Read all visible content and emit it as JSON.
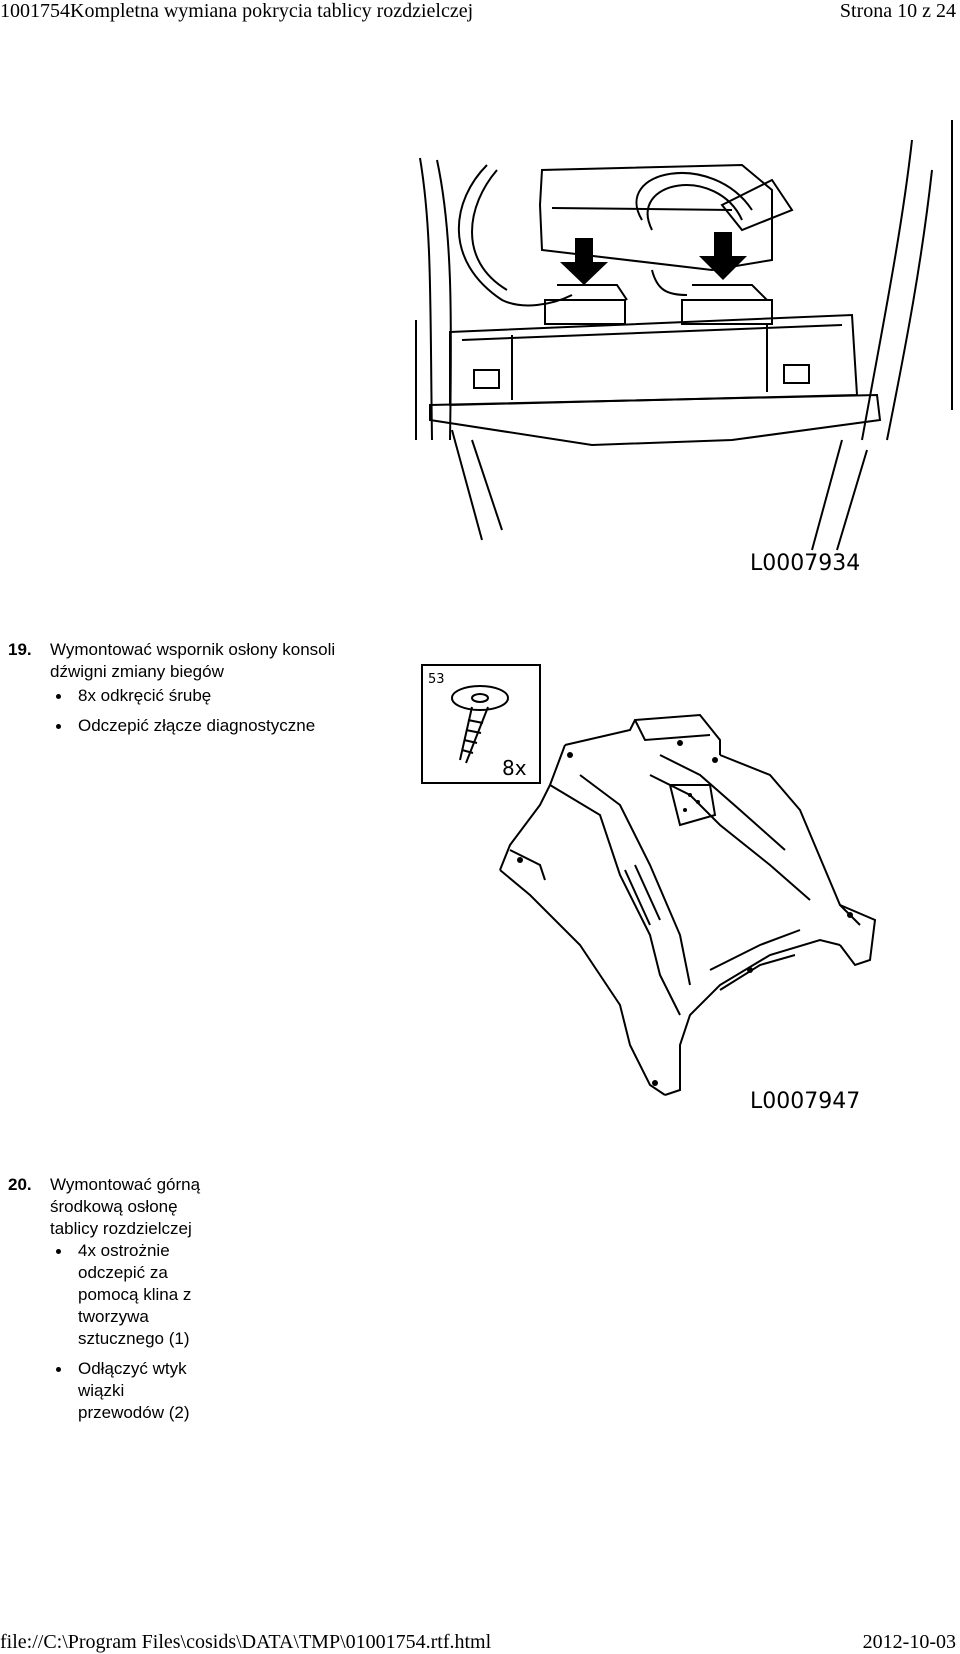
{
  "header": {
    "doc_title": "1001754Kompletna wymiana pokrycia tablicy rozdzielczej",
    "page_label": "Strona 10 z 24"
  },
  "figures": [
    {
      "code": "L0007934",
      "icon": "dashboard-connectors-illustration"
    },
    {
      "code": "L0007947",
      "icon": "console-bracket-illustration",
      "inset_number": "53",
      "inset_count": "8x"
    }
  ],
  "steps": [
    {
      "number": "19.",
      "title_lines": [
        "Wymontować wspornik osłony konsoli",
        "dźwigni zmiany biegów"
      ],
      "bullets": [
        "8x odkręcić śrubę",
        "Odczepić złącze diagnostyczne"
      ]
    },
    {
      "number": "20.",
      "title_lines": [
        "Wymontować górną",
        "środkową osłonę",
        "tablicy rozdzielczej"
      ],
      "bullets": [
        [
          "4x ostrożnie",
          "odczepić za",
          "pomocą klina z",
          "tworzywa",
          "sztucznego (1)"
        ],
        [
          "Odłączyć wtyk",
          "wiązki",
          "przewodów (2)"
        ]
      ]
    }
  ],
  "footer": {
    "path": "file://C:\\Program Files\\cosids\\DATA\\TMP\\01001754.rtf.html",
    "date": "2012-10-03"
  }
}
